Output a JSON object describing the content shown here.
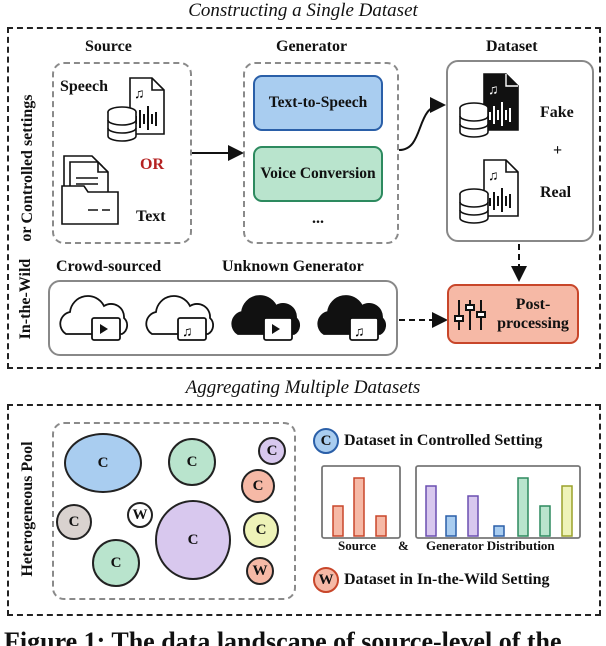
{
  "top_section": {
    "title": "Constructing a Single Dataset",
    "side_label_1": "Controlled settings",
    "side_or": "or",
    "side_label_2": "In-the-Wild",
    "source": {
      "header": "Source",
      "speech": "Speech",
      "or": "OR",
      "text": "Text"
    },
    "generator": {
      "header": "Generator",
      "tts": "Text-to-Speech",
      "vc": "Voice Conversion",
      "ellipsis": "..."
    },
    "dataset": {
      "header": "Dataset",
      "fake": "Fake",
      "plus": "+",
      "real": "Real"
    },
    "wild": {
      "crowd": "Crowd-sourced",
      "unknown": "Unknown Generator"
    },
    "post": "Post-processing"
  },
  "bottom_section": {
    "title": "Aggregating Multiple Datasets",
    "side_label": "Heterogeneous Pool",
    "pool_c": "C",
    "pool_w": "W",
    "legend_c": "Dataset in Controlled Setting",
    "legend_w": "Dataset in In-the-Wild Setting",
    "dist_source": "Source",
    "dist_amp": "&",
    "dist_generator": "Generator Distribution"
  },
  "caption_fragment": "Figure 1:  The data landscape of source-level of the",
  "colors": {
    "blue_fill": "#a9cdf0",
    "blue_stroke": "#2a5fa8",
    "green_fill": "#b9e4cd",
    "green_stroke": "#2d8a5f",
    "red_fill": "#f6b9a6",
    "red_stroke": "#c8462a",
    "purple_fill": "#d8c8ee",
    "purple_stroke": "#6a4fb0",
    "yellow_fill": "#eef3b8",
    "yellow_stroke": "#9aa12a",
    "gray_fill": "#d9d2cf",
    "or_red": "#b52222"
  }
}
